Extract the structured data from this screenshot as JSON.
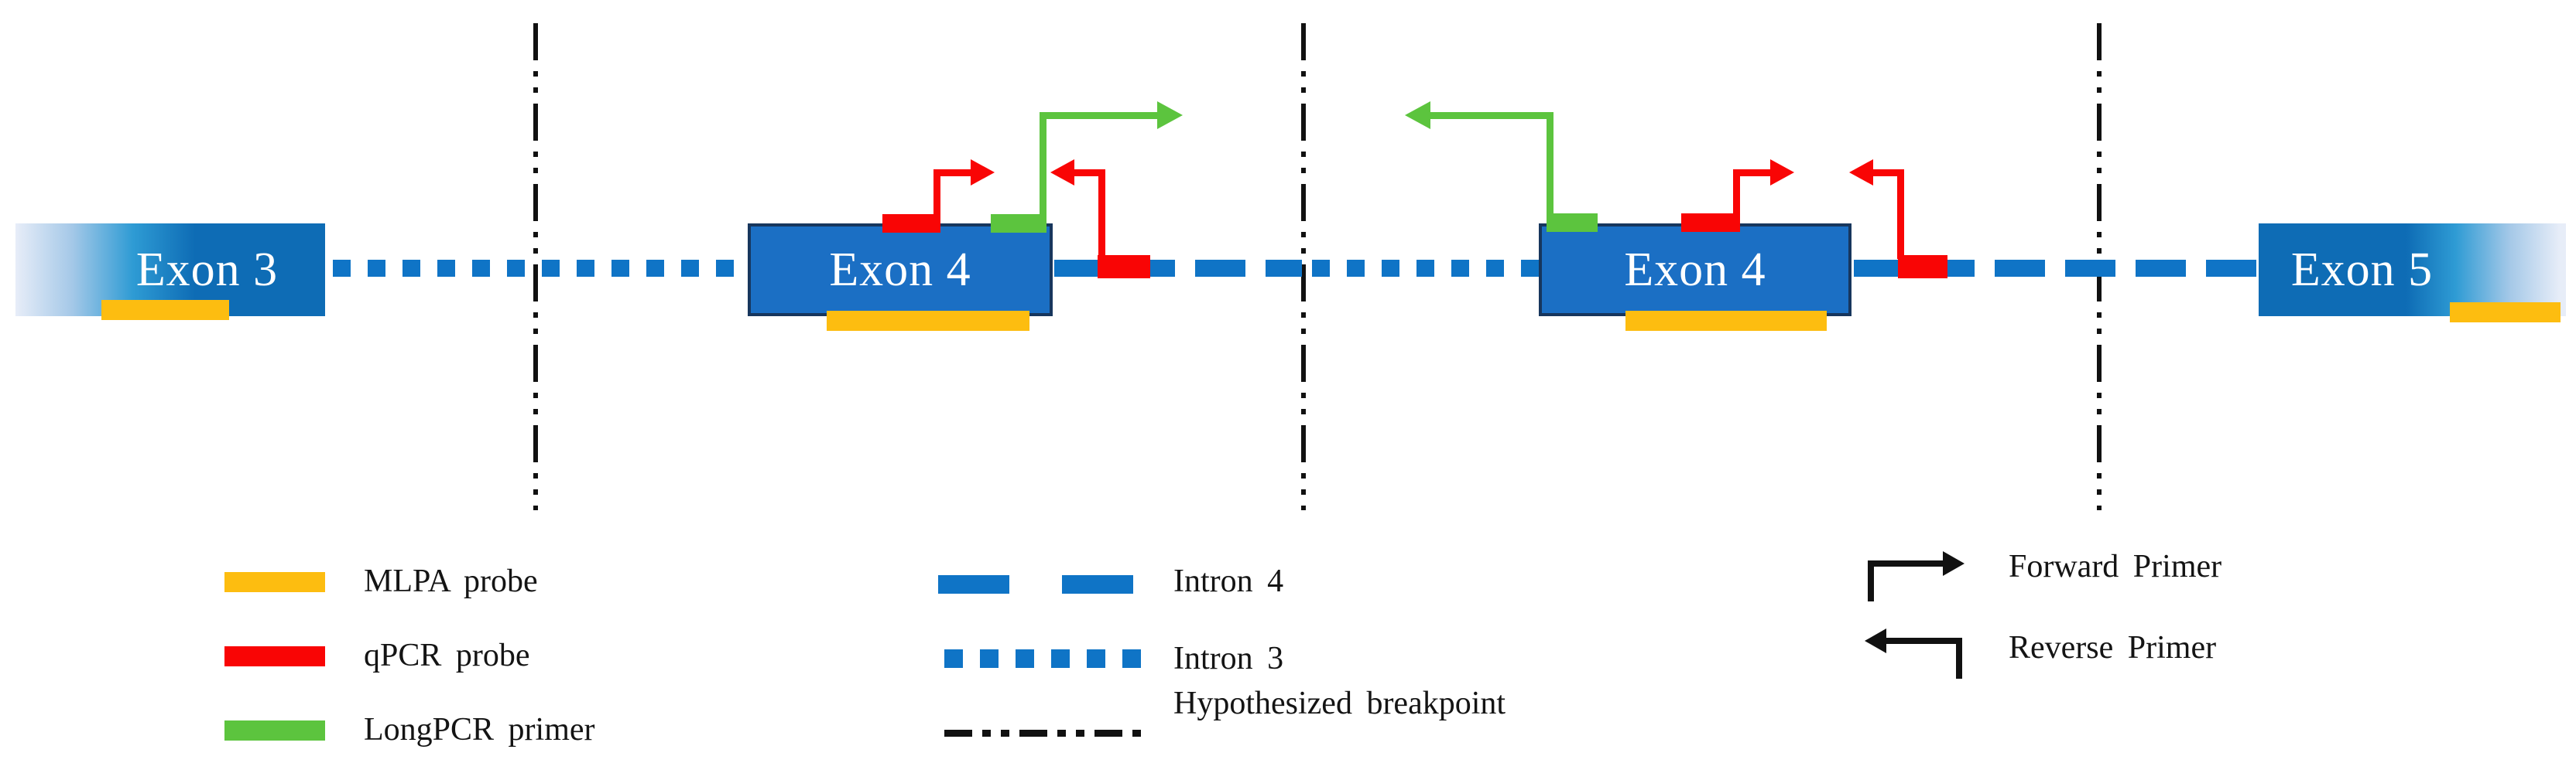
{
  "diagram": {
    "exons": [
      {
        "label": "Exon 3"
      },
      {
        "label": "Exon 4"
      },
      {
        "label": "Exon 4"
      },
      {
        "label": "Exon 5"
      }
    ],
    "breakpoint_lines": 3
  },
  "legend": {
    "left": [
      {
        "label": "MLPA probe",
        "swatch": "orange-bar"
      },
      {
        "label": "qPCR probe",
        "swatch": "red-bar"
      },
      {
        "label": "LongPCR primer",
        "swatch": "green-bar"
      }
    ],
    "middle": [
      {
        "label": "Intron 4",
        "swatch": "blue-dashed-line"
      },
      {
        "label": "Intron 3",
        "swatch": "blue-dotted-line"
      },
      {
        "label": "Hypothesized breakpoint",
        "swatch": "black-dash-dot-line"
      }
    ],
    "right": [
      {
        "label": "Forward Primer",
        "swatch": "black-forward-arrow"
      },
      {
        "label": "Reverse Primer",
        "swatch": "black-reverse-arrow"
      }
    ]
  },
  "colors": {
    "exon_blue": "#1B6FC4",
    "exon_solid": "#0E6CB5",
    "exon_cyan": "#2E9BD4",
    "exon_fade": "#A6C9E8",
    "exon_light": "#E7EDF8",
    "line_blue": "#0F74C6",
    "navy_border": "#17365D",
    "red": "#F90505",
    "green": "#5CC43E",
    "orange": "#FDBD10",
    "ink": "#111111"
  }
}
